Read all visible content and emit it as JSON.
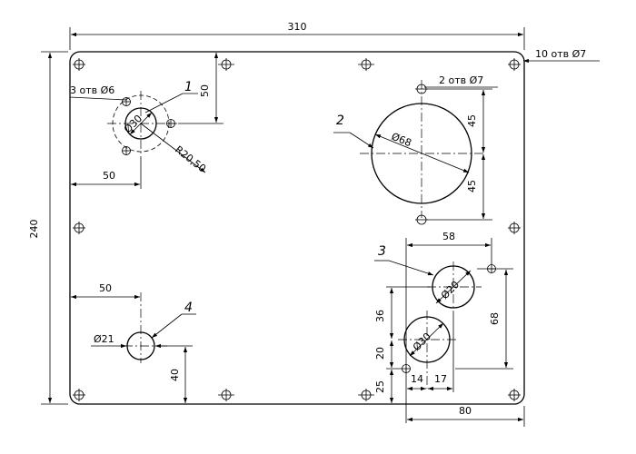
{
  "labels": {
    "overall_width": "310",
    "overall_height": "240",
    "ten_holes": "10 отв  Ø7",
    "three_holes": "3 отв  Ø6",
    "two_holes": "2 отв  Ø7",
    "dim_50_top": "50",
    "dim_50_left_a": "50",
    "dim_50_left_b": "50",
    "d30_a": "Ø30",
    "r20_50": "R20,50",
    "d68": "Ø68",
    "dim_45_a": "45",
    "dim_45_b": "45",
    "dim_58": "58",
    "dim_68": "68",
    "dim_36": "36",
    "dim_20": "20",
    "dim_25": "25",
    "dim_14": "14",
    "dim_17": "17",
    "dim_80": "80",
    "d20": "Ø20",
    "d30_b": "Ø30",
    "d21": "Ø21",
    "dim_40": "40",
    "callout_1": "1",
    "callout_2": "2",
    "callout_3": "3",
    "callout_4": "4"
  }
}
